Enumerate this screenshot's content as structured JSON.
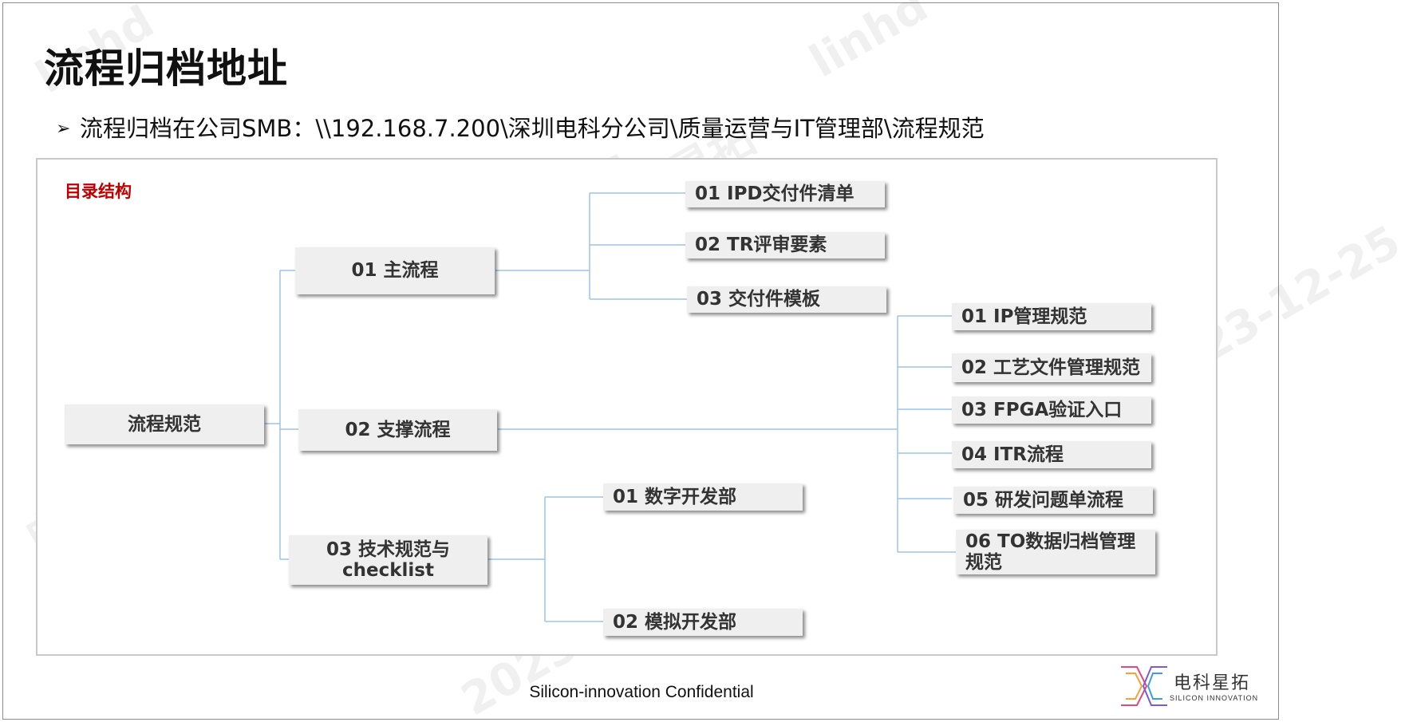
{
  "page": {
    "title": "流程归档地址",
    "bullet": "流程归档在公司SMB：\\\\192.168.7.200\\深圳电科分公司\\质量运营与IT管理部\\流程规范",
    "section_label": "目录结构",
    "footer": "Silicon-innovation Confidential",
    "watermark_user": "linhd",
    "watermark_date": "2023-12-25",
    "watermark_company": "电科星拓"
  },
  "tree": {
    "root": "流程规范",
    "level1": [
      "01 主流程",
      "02 支撑流程",
      "03 技术规范与 checklist"
    ],
    "main_children": [
      "01 IPD交付件清单",
      "02 TR评审要素",
      "03 交付件模板"
    ],
    "support_children": [
      "01 IP管理规范",
      "02 工艺文件管理规范",
      "03 FPGA验证入口",
      "04 ITR流程",
      "05 研发问题单流程",
      "06 TO数据归档管理规范"
    ],
    "tech_children": [
      "01 数字开发部",
      "02 模拟开发部"
    ]
  },
  "logo": {
    "name": "电科星拓",
    "sub": "SILICON INNOVATION",
    "colors": [
      "#e8477a",
      "#f3a23a",
      "#7b5bd6",
      "#3aa0e0"
    ]
  },
  "colors": {
    "node_bg": "#efefef",
    "connector": "#9dc3e6",
    "section_label": "#c00000"
  }
}
